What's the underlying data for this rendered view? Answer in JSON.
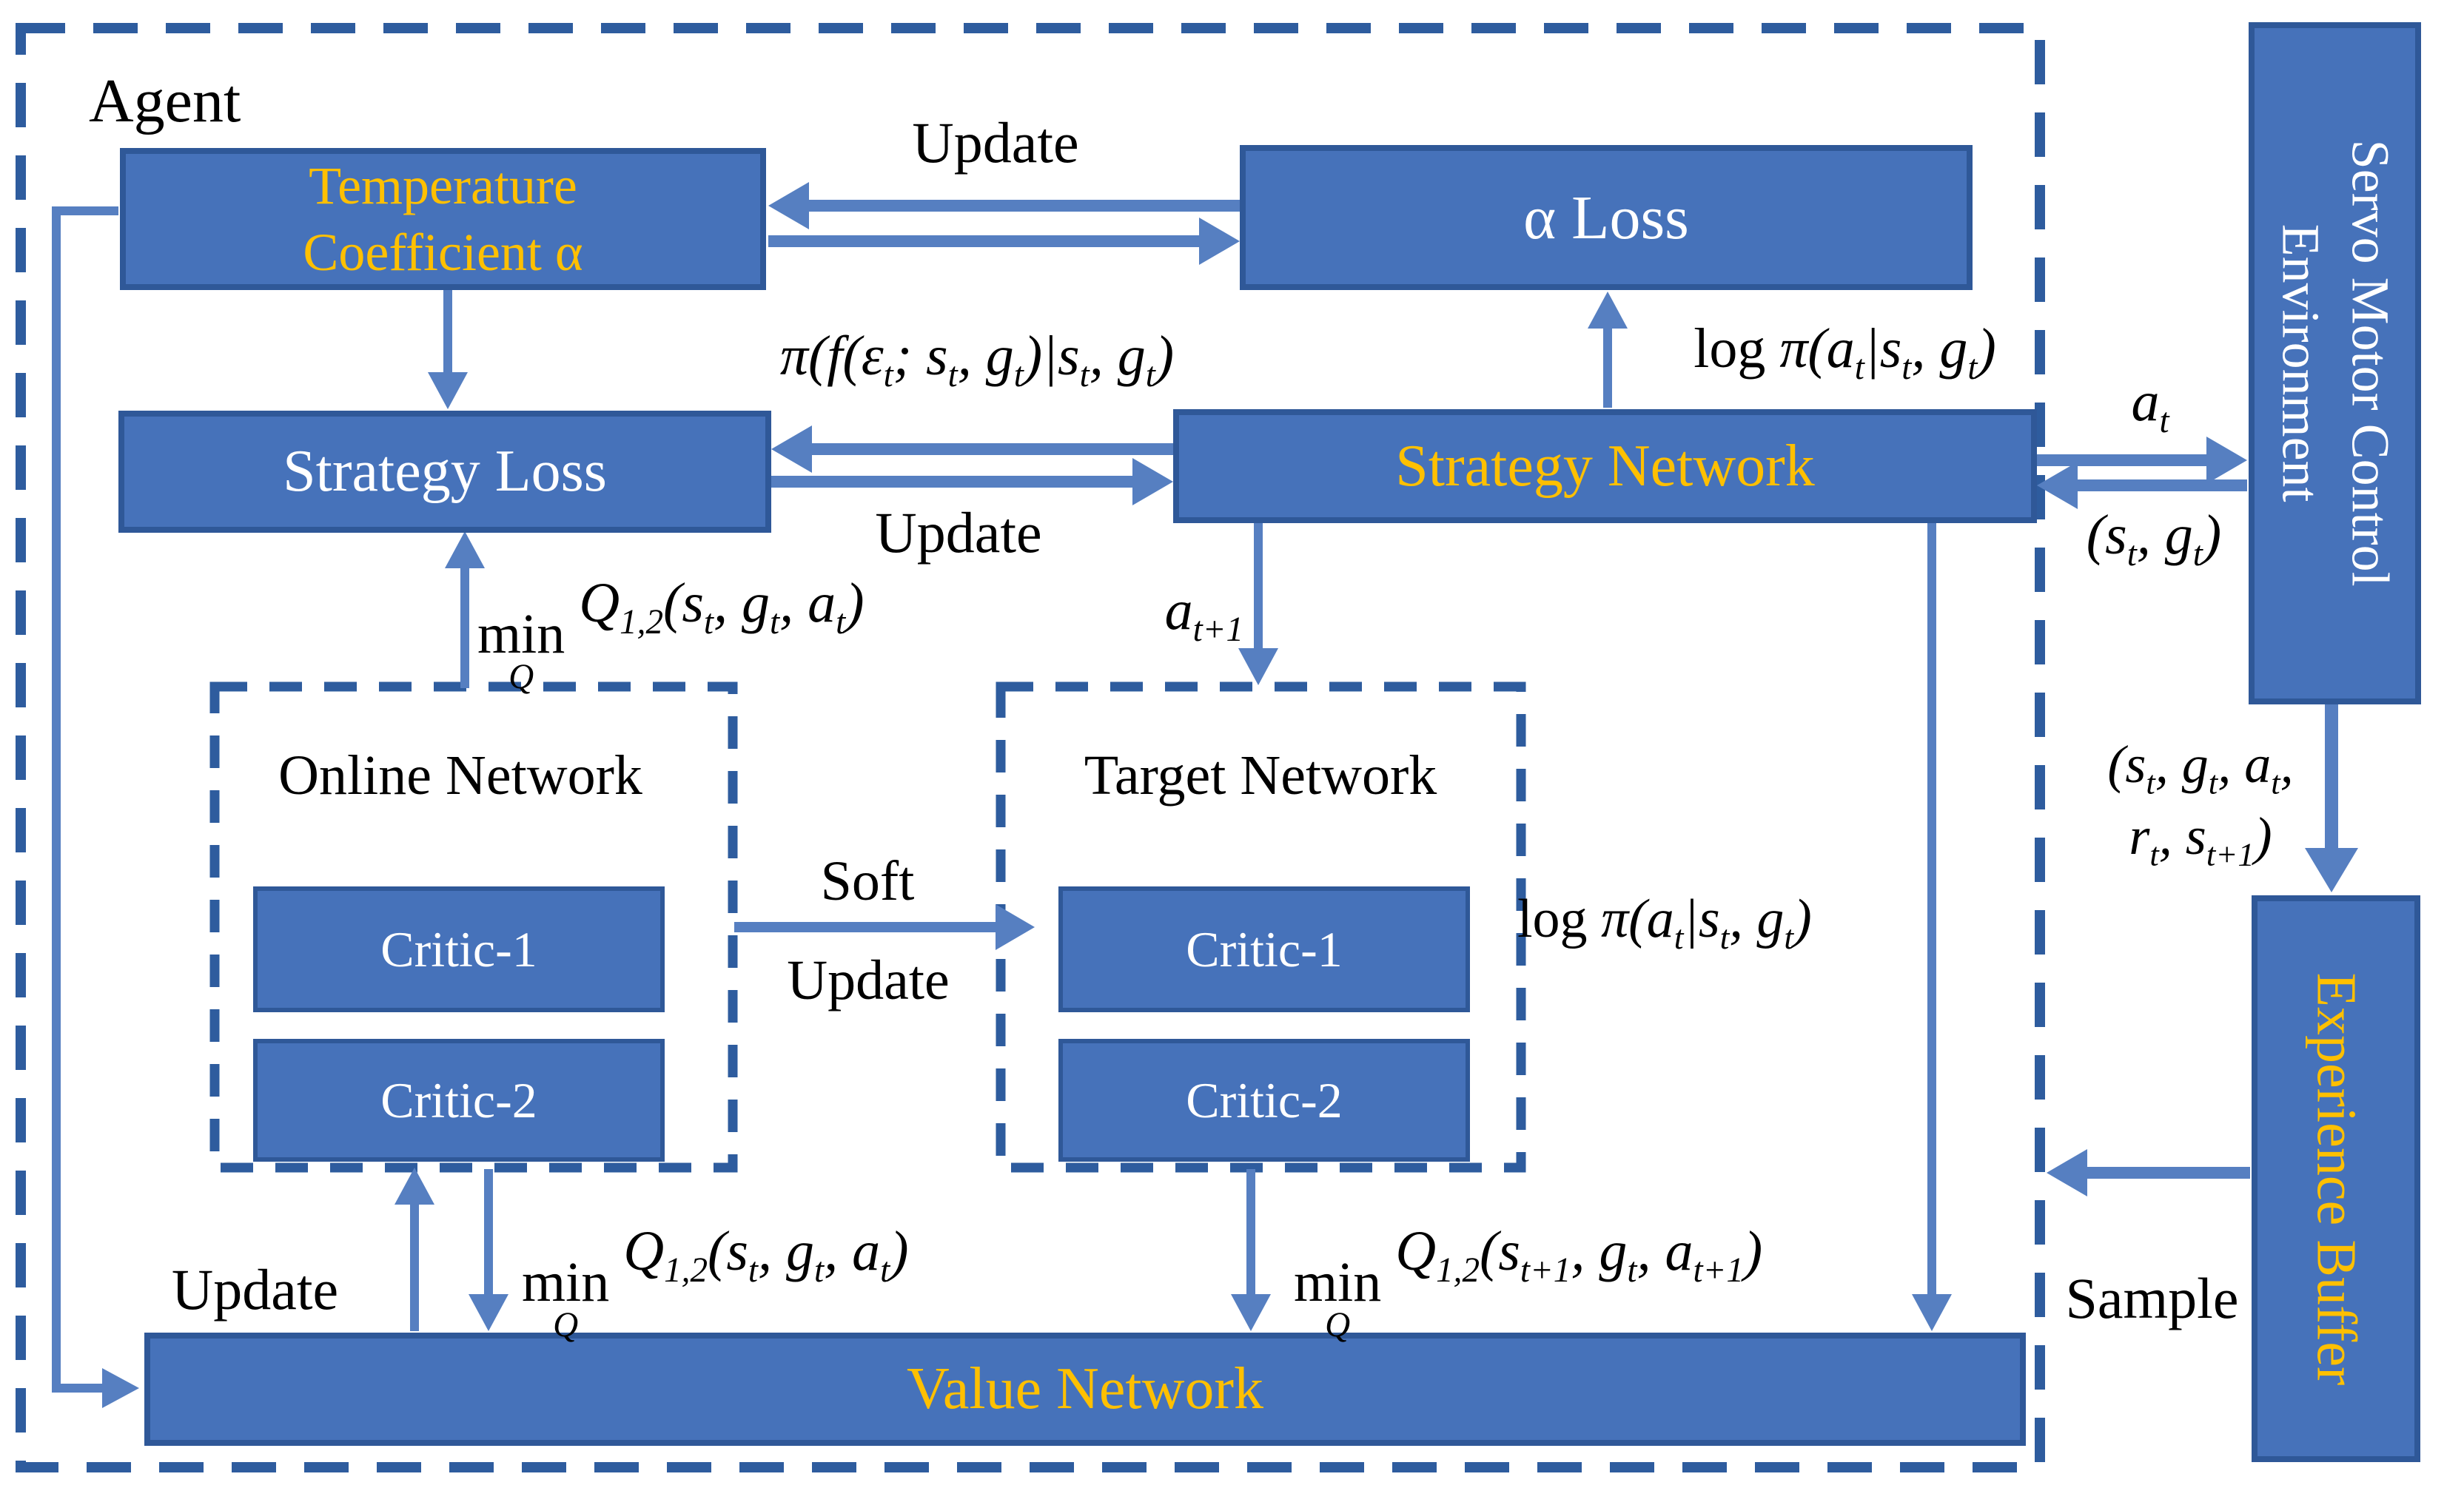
{
  "colors": {
    "box_fill": "#4672BA",
    "box_border": "#2F5898",
    "arrow": "#567FC1",
    "dash_border": "#2E5C9E",
    "accent_yellow": "#FFC000",
    "text_white": "#FFFFFF",
    "text_black": "#000000",
    "background": "#FFFFFF"
  },
  "agent": {
    "label": "Agent"
  },
  "boxes": {
    "temperature_coefficient": {
      "line1": "Temperature",
      "line2": "Coefficient α"
    },
    "alpha_loss": {
      "label": "α Loss"
    },
    "strategy_loss": {
      "label": "Strategy Loss"
    },
    "strategy_network": {
      "label": "Strategy Network"
    },
    "online_network": {
      "title": "Online Network",
      "critic1": "Critic-1",
      "critic2": "Critic-2"
    },
    "target_network": {
      "title": "Target Network",
      "critic1": "Critic-1",
      "critic2": "Critic-2"
    },
    "value_network": {
      "label": "Value Network"
    },
    "environment": {
      "line1": "Servo Motor Control",
      "line2": "Environment"
    },
    "experience_buffer": {
      "label": "Experience Buffer"
    }
  },
  "labels": {
    "update_top": "Update",
    "update_mid": "Update",
    "update_bottom": "Update",
    "soft": "Soft",
    "soft_update": "Update",
    "sample": "Sample",
    "pi_f": "π(f(ε_{t}; s_{t}, g_{t})|s_{t}, g_{t})",
    "log_pi_top": "log π(a_{t}|s_{t}, g_{t})",
    "log_pi_right": "log π(a_{t}|s_{t}, g_{t})",
    "min_q_strategy": "min_{Q} Q_{1,2}(s_{t}, g_{t}, a_{t})",
    "min_q_online": "min_{Q} Q_{1,2}(s_{t}, g_{t}, a_{t})",
    "min_q_target": "min_{Q} Q_{1,2}(s_{t+1}, g_{t}, a_{t+1})",
    "action": "a_{t}",
    "state_goal": "(s_{t}, g_{t})",
    "next_action": "a_{t+1}",
    "transition_line1": "(s_{t}, g_{t}, a_{t},",
    "transition_line2": "r_{t}, s_{t+1})"
  }
}
